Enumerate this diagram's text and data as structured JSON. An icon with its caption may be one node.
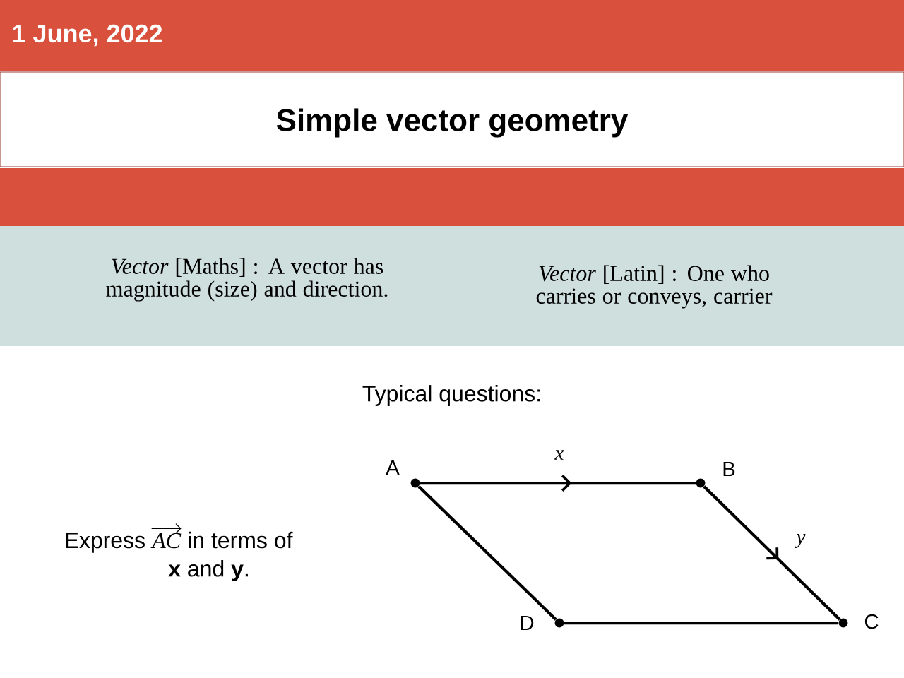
{
  "diagram": {
    "nodes": [
      {
        "text": [],
        "shape": "circle",
        "beside": [
          "A"
        ]
      },
      {
        "text": [],
        "shape": "circle",
        "beside": [
          "B"
        ]
      },
      {
        "text": [],
        "shape": "circle",
        "beside": [
          "C"
        ]
      },
      {
        "text": [],
        "shape": "circle",
        "beside": [
          "D"
        ]
      }
    ],
    "edges": [
      {
        "from": 0,
        "to": 1,
        "arrow": "to",
        "label": "*x*"
      },
      {
        "from": 1,
        "to": 2,
        "arrow": "to",
        "label": "*y*"
      },
      {
        "from": 3,
        "to": 2,
        "arrow": "none"
      },
      {
        "from": 0,
        "to": 3,
        "arrow": "none"
      }
    ],
    "labels": [
      "1 June, 2022",
      "Simple vector geometry",
      "*Vector*  [Maths] : A vector has magnitude (size) and direction.",
      "*Vector*  [Latin] : One who carries or conveys, carrier",
      "Typical questions:",
      "Express",
      "AC",
      "in terms of",
      "**x** and **y**."
    ]
  }
}
